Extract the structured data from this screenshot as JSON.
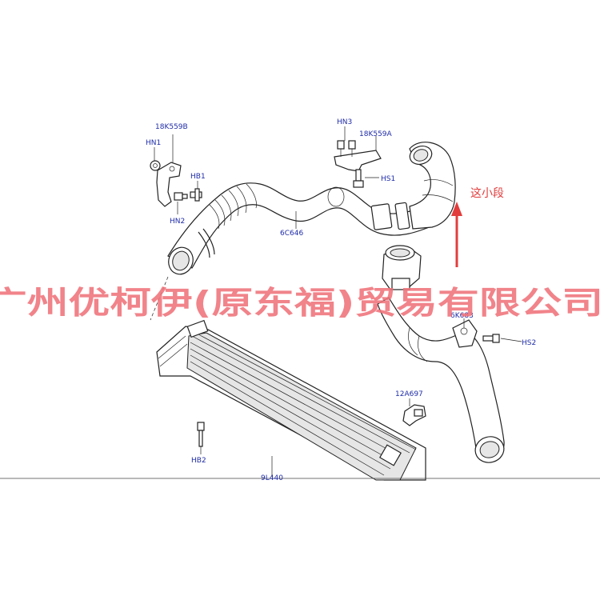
{
  "labels": {
    "bracket_b": "18K559B",
    "hn1": "HN1",
    "hb1": "HB1",
    "hn2": "HN2",
    "hn3": "HN3",
    "bracket_a": "18K559A",
    "hs1": "HS1",
    "hose_upper": "6C646",
    "hose_lower": "6K683",
    "hs2": "HS2",
    "sensor": "12A697",
    "hb2": "HB2",
    "cooler": "9L440"
  },
  "annotation": {
    "text": "这小段",
    "color": "#e23c3c"
  },
  "watermark": {
    "text": "广州优柯伊(原东福)贸易有限公司",
    "color": "#f0737a"
  },
  "colors": {
    "callout": "#1f2ca8",
    "line": "#222222"
  }
}
